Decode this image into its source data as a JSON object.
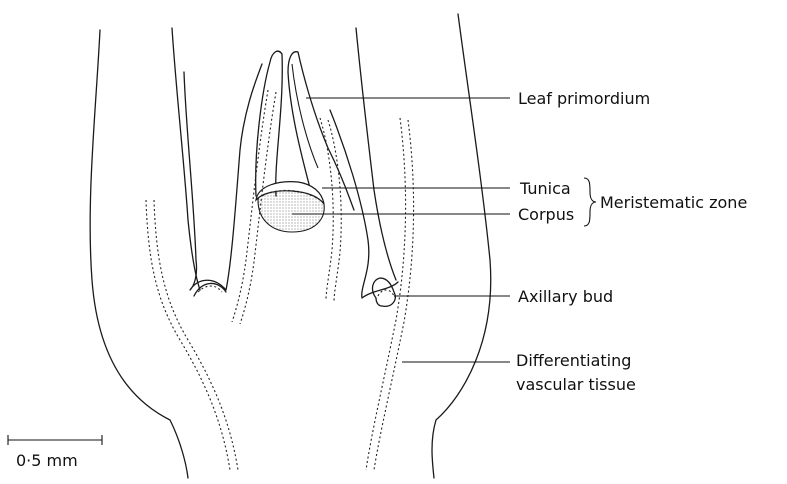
{
  "labels": {
    "leaf_primordium": "Leaf primordium",
    "tunica": "Tunica",
    "corpus": "Corpus",
    "meristematic_zone": "Meristematic zone",
    "axillary_bud": "Axillary bud",
    "vascular_line1": "Differentiating",
    "vascular_line2": "vascular tissue"
  },
  "scale_bar": {
    "label": "0·5 mm"
  }
}
